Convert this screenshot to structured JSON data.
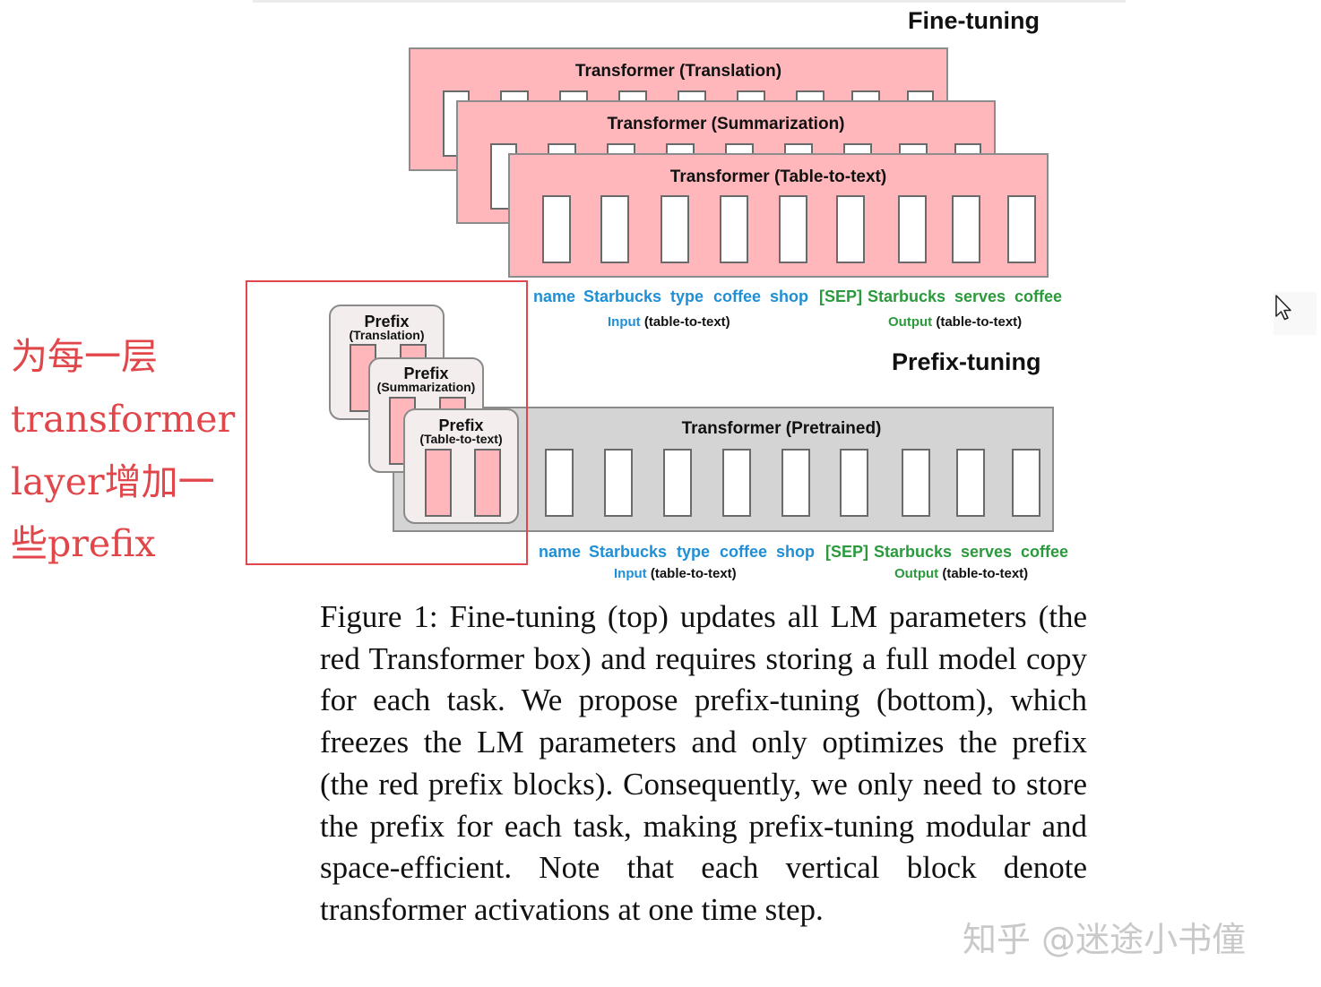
{
  "fine_tuning": {
    "title": "Fine-tuning",
    "transformers": [
      {
        "label": "Transformer (Translation)"
      },
      {
        "label": "Transformer (Summarization)"
      },
      {
        "label": "Transformer (Table-to-text)"
      }
    ],
    "input_tokens": [
      "name",
      "Starbucks",
      "type",
      "coffee",
      "shop"
    ],
    "output_tokens": [
      "[SEP]",
      "Starbucks",
      "serves",
      "coffee"
    ],
    "input_label": {
      "word": "Input",
      "suffix": "(table-to-text)"
    },
    "output_label": {
      "word": "Output",
      "suffix": "(table-to-text)"
    }
  },
  "prefix_tuning": {
    "title": "Prefix-tuning",
    "transformer_label": "Transformer  (Pretrained)",
    "prefixes": [
      {
        "title": "Prefix",
        "sub": "(Translation)"
      },
      {
        "title": "Prefix",
        "sub": "(Summarization)"
      },
      {
        "title": "Prefix",
        "sub": "(Table-to-text)"
      }
    ],
    "input_tokens": [
      "name",
      "Starbucks",
      "type",
      "coffee",
      "shop"
    ],
    "output_tokens": [
      "[SEP]",
      "Starbucks",
      "serves",
      "coffee"
    ],
    "input_label": {
      "word": "Input",
      "suffix": "(table-to-text)"
    },
    "output_label": {
      "word": "Output",
      "suffix": "(table-to-text)"
    }
  },
  "annotation": {
    "lines": [
      "为每一层",
      "transformer",
      "layer增加一",
      "些prefix"
    ],
    "color": "#e0464a"
  },
  "caption": {
    "text": "Figure 1:   Fine-tuning (top) updates all LM parameters (the red Transformer box) and requires storing a full model copy for each task.  We propose prefix-tuning (bottom), which freezes the LM parameters and only optimizes the prefix (the red prefix blocks). Consequently, we only need to store the prefix for each task, making prefix-tuning modular and space-efficient. Note that each vertical block denote transformer activations at one time step."
  },
  "watermark": "知乎 @迷途小书僮",
  "colors": {
    "transformer_red": "#ffb7bb",
    "transformer_gray": "#d4d4d4",
    "input_blue": "#1f8fd6",
    "output_green": "#2a9a3c"
  }
}
